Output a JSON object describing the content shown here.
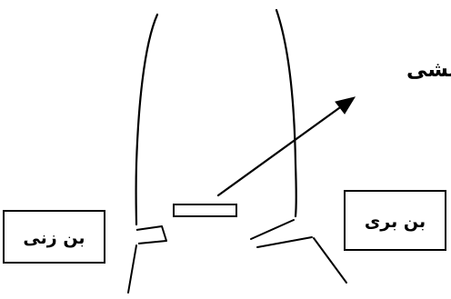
{
  "labels": {
    "incision": "برش نیشی",
    "left_box": "بن زنی",
    "right_box": "بن بری"
  },
  "colors": {
    "stroke": "#000000",
    "background": "#ffffff"
  }
}
